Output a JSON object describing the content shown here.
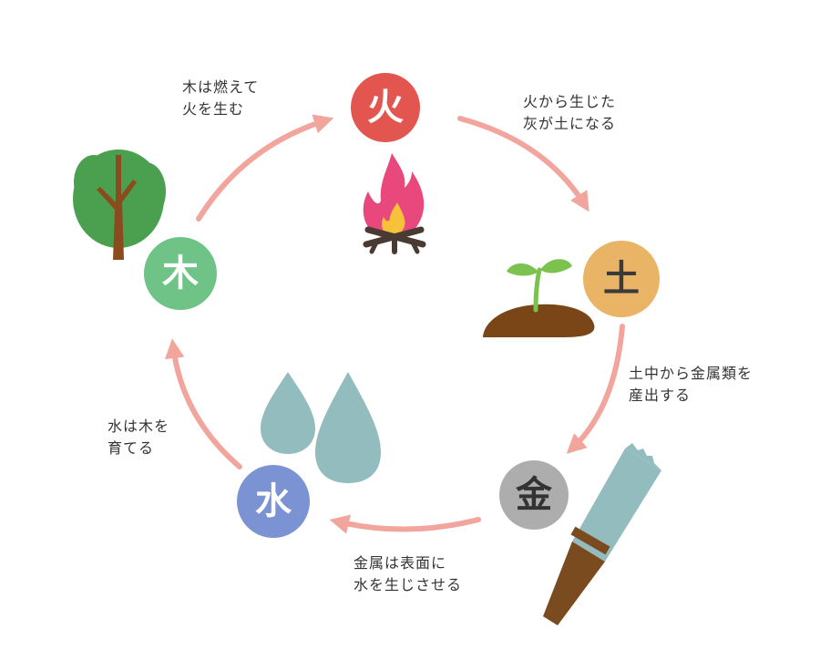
{
  "elements": {
    "fire": {
      "glyph": "火",
      "color": "#e2564f",
      "text_color": "#ffffff"
    },
    "earth": {
      "glyph": "土",
      "color": "#e9b465",
      "text_color": "#3a3a3a"
    },
    "metal": {
      "glyph": "金",
      "color": "#adadad",
      "text_color": "#333333"
    },
    "water": {
      "glyph": "水",
      "color": "#7b93d2",
      "text_color": "#ffffff"
    },
    "wood": {
      "glyph": "木",
      "color": "#6fc387",
      "text_color": "#ffffff"
    }
  },
  "relations": {
    "wood_fire": {
      "line1": "木は燃えて",
      "line2": "火を生む"
    },
    "fire_earth": {
      "line1": "火から生じた",
      "line2": "灰が土になる"
    },
    "earth_metal": {
      "line1": "土中から金属類を",
      "line2": "産出する"
    },
    "metal_water": {
      "line1": "金属は表面に",
      "line2": "水を生じさせる"
    },
    "water_wood": {
      "line1": "水は木を",
      "line2": "育てる"
    }
  },
  "colors": {
    "arrow": "#f2a59c",
    "tree_leaf": "#4aa04e",
    "tree_trunk": "#8b4b1f",
    "flame": "#e8487c",
    "flame_core": "#f6c23a",
    "log": "#4a3a34",
    "soil": "#7a4618",
    "sprout": "#7cc24f",
    "drop": "#93bcbf",
    "saw_blade": "#93bcbf",
    "saw_handle": "#7a4b1f"
  },
  "icons": {
    "tree": "tree-icon",
    "fire": "campfire-icon",
    "earth": "sprout-soil-icon",
    "water": "water-drops-icon",
    "metal": "saw-icon"
  }
}
